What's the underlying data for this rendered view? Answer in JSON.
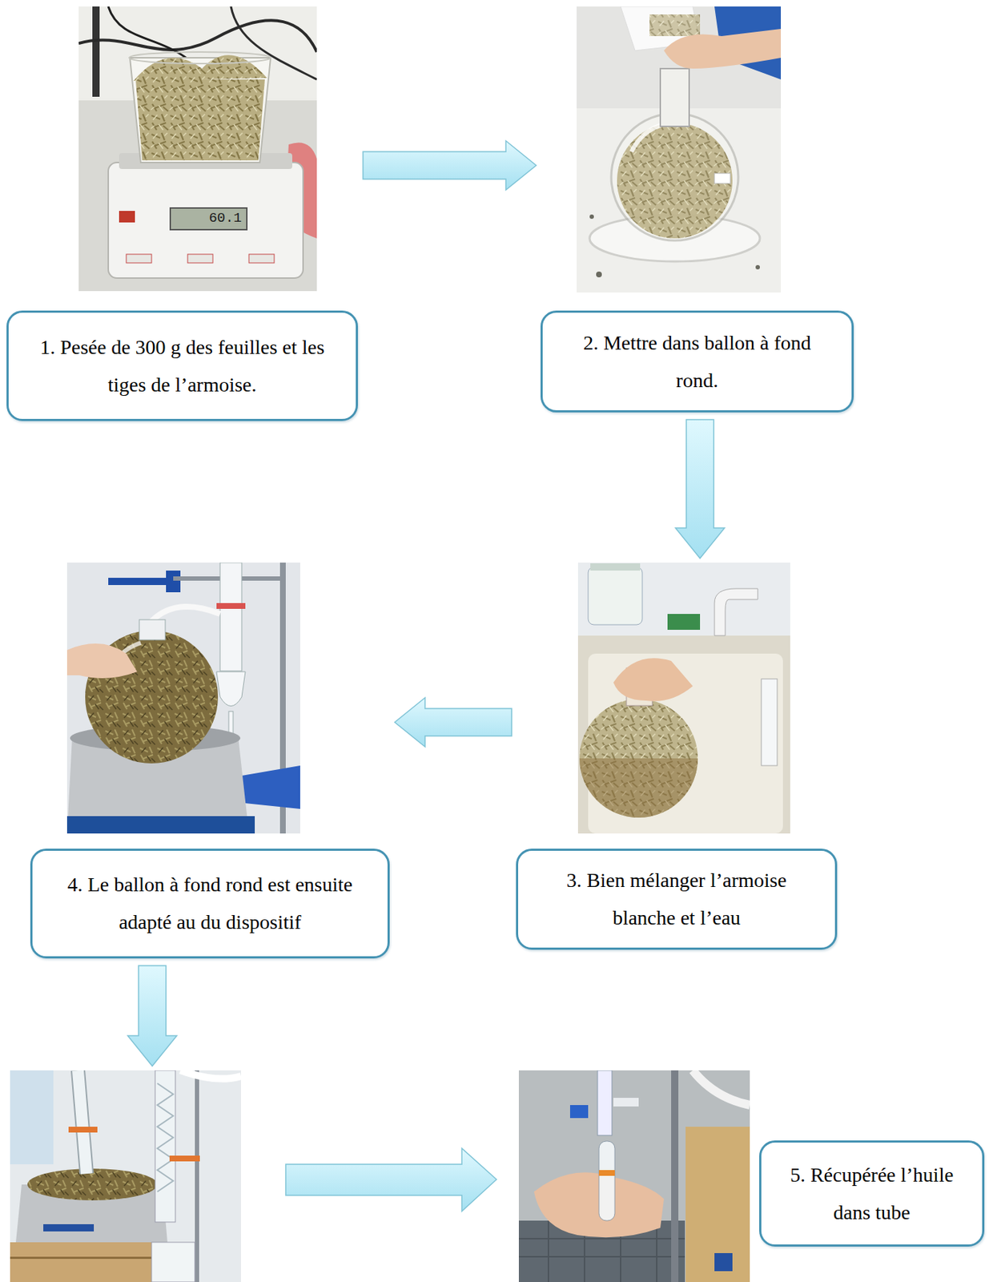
{
  "diagram": {
    "nodes": [
      {
        "text": [
          "1. Pesée de 300 g des feuilles et les tiges de l’armoise."
        ]
      },
      {
        "text": [
          "2. Mettre dans ballon à fond rond."
        ]
      },
      {
        "text": [
          "3. Bien mélanger l’armoise blanche et l’eau"
        ]
      },
      {
        "text": [
          "4. Le ballon à fond rond est ensuite adapté au du dispositif"
        ]
      },
      {
        "text": [
          "5. Récupérée l’huile dans tube"
        ]
      }
    ],
    "edges": [
      {
        "from": 0,
        "to": 1,
        "arrow": "to"
      },
      {
        "from": 1,
        "to": 2,
        "arrow": "to"
      },
      {
        "from": 2,
        "to": 3,
        "arrow": "to"
      },
      {
        "from": 3,
        "to": 4,
        "arrow": "to"
      }
    ],
    "labels": [
      "60.1"
    ]
  }
}
